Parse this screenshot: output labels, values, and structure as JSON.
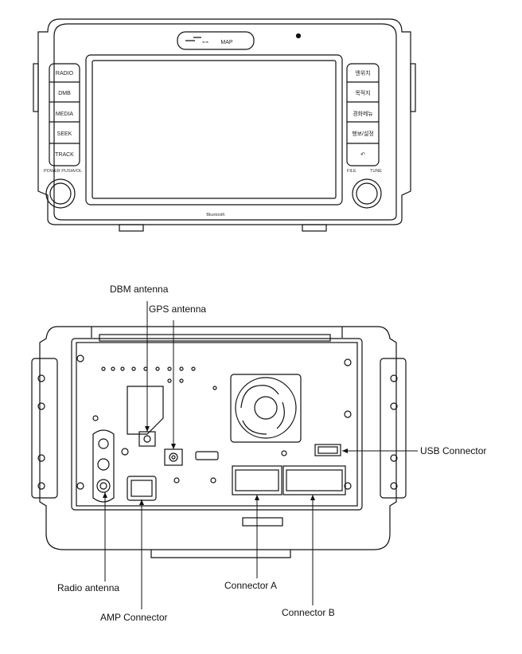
{
  "front_panel": {
    "map_button": "MAP",
    "map_logo": "⌁⌁",
    "left_buttons": [
      "RADIO",
      "DMB",
      "MEDIA",
      "SEEK",
      "TRACK"
    ],
    "right_buttons": [
      "엔위치",
      "목적지",
      "경화메뉴",
      "행보/설정",
      "↶"
    ],
    "power_label": "POWER\nPUSH",
    "vol_label": "VOL",
    "file_label": "FILE",
    "tune_label": "TUNE",
    "bluetooth_label": "Bluetooth"
  },
  "callouts": {
    "dbm_antenna": "DBM antenna",
    "gps_antenna": "GPS antenna",
    "usb_connector": "USB Connector",
    "radio_antenna": "Radio antenna",
    "amp_connector": "AMP Connector",
    "connector_a": "Connector A",
    "connector_b": "Connector B"
  }
}
